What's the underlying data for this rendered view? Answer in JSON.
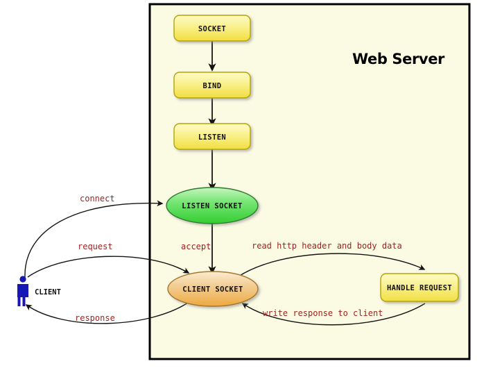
{
  "diagram": {
    "title": "Web Server socket lifecycle flow",
    "background_color": "#ffffff",
    "container": {
      "label": "Web Server",
      "fill": "#fbfbe4",
      "border_color": "#000000"
    },
    "actor": {
      "label": "CLIENT",
      "icon": "person-icon",
      "color": "#1717b5"
    },
    "nodes": [
      {
        "id": "socket",
        "label": "SOCKET",
        "shape": "rounded-rect",
        "fill": "#f5e96b",
        "stroke": "#b5a300"
      },
      {
        "id": "bind",
        "label": "BIND",
        "shape": "rounded-rect",
        "fill": "#f5e96b",
        "stroke": "#b5a300"
      },
      {
        "id": "listen",
        "label": "LISTEN",
        "shape": "rounded-rect",
        "fill": "#f5e96b",
        "stroke": "#b5a300"
      },
      {
        "id": "listen-socket",
        "label": "LISTEN SOCKET",
        "shape": "ellipse",
        "fill": "#5ee05e",
        "stroke": "#2d7a2d"
      },
      {
        "id": "client-socket",
        "label": "CLIENT SOCKET",
        "shape": "ellipse",
        "fill": "#efb055",
        "stroke": "#a8762c"
      },
      {
        "id": "handle-request",
        "label": "HANDLE REQUEST",
        "shape": "rounded-rect",
        "fill": "#f5e96b",
        "stroke": "#b5a300"
      }
    ],
    "edges": [
      {
        "id": "socket-bind",
        "label": "",
        "from": "socket",
        "to": "bind"
      },
      {
        "id": "bind-listen",
        "label": "",
        "from": "bind",
        "to": "listen"
      },
      {
        "id": "listen-listensocket",
        "label": "",
        "from": "listen",
        "to": "listen-socket"
      },
      {
        "id": "connect",
        "label": "connect",
        "from": "client",
        "to": "listen-socket"
      },
      {
        "id": "accept",
        "label": "accept",
        "from": "listen-socket",
        "to": "client-socket"
      },
      {
        "id": "request",
        "label": "request",
        "from": "client",
        "to": "client-socket"
      },
      {
        "id": "response",
        "label": "response",
        "from": "client-socket",
        "to": "client"
      },
      {
        "id": "read-http",
        "label": "read http header and body data",
        "from": "client-socket",
        "to": "handle-request"
      },
      {
        "id": "write-response",
        "label": "write response to client",
        "from": "handle-request",
        "to": "client-socket"
      }
    ],
    "colors": {
      "edge_label": "#9e1f1f",
      "arrow": "#141414",
      "node_text": "#111111"
    }
  }
}
